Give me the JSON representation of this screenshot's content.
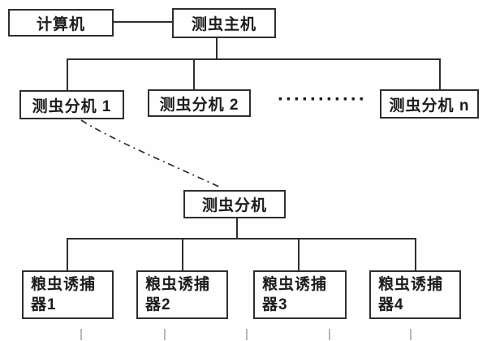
{
  "diagram": {
    "title_implicit": "insect-detection-system-topology",
    "nodes": {
      "computer": "计算机",
      "host": "测虫主机",
      "sub1": "测虫分机 1",
      "sub2": "测虫分机 2",
      "subn": "测虫分机 n",
      "sub_detail": "测虫分机"
    },
    "traps": [
      {
        "line1": "粮虫诱捕",
        "line2": "器1"
      },
      {
        "line1": "粮虫诱捕",
        "line2": "器2"
      },
      {
        "line1": "粮虫诱捕",
        "line2": "器3"
      },
      {
        "line1": "粮虫诱捕",
        "line2": "器4"
      }
    ],
    "ellipsis": "···········",
    "colors": {
      "line": "#2e2e2e",
      "background": "#fefefe",
      "bottom_stub": "#b8b8b8"
    }
  }
}
